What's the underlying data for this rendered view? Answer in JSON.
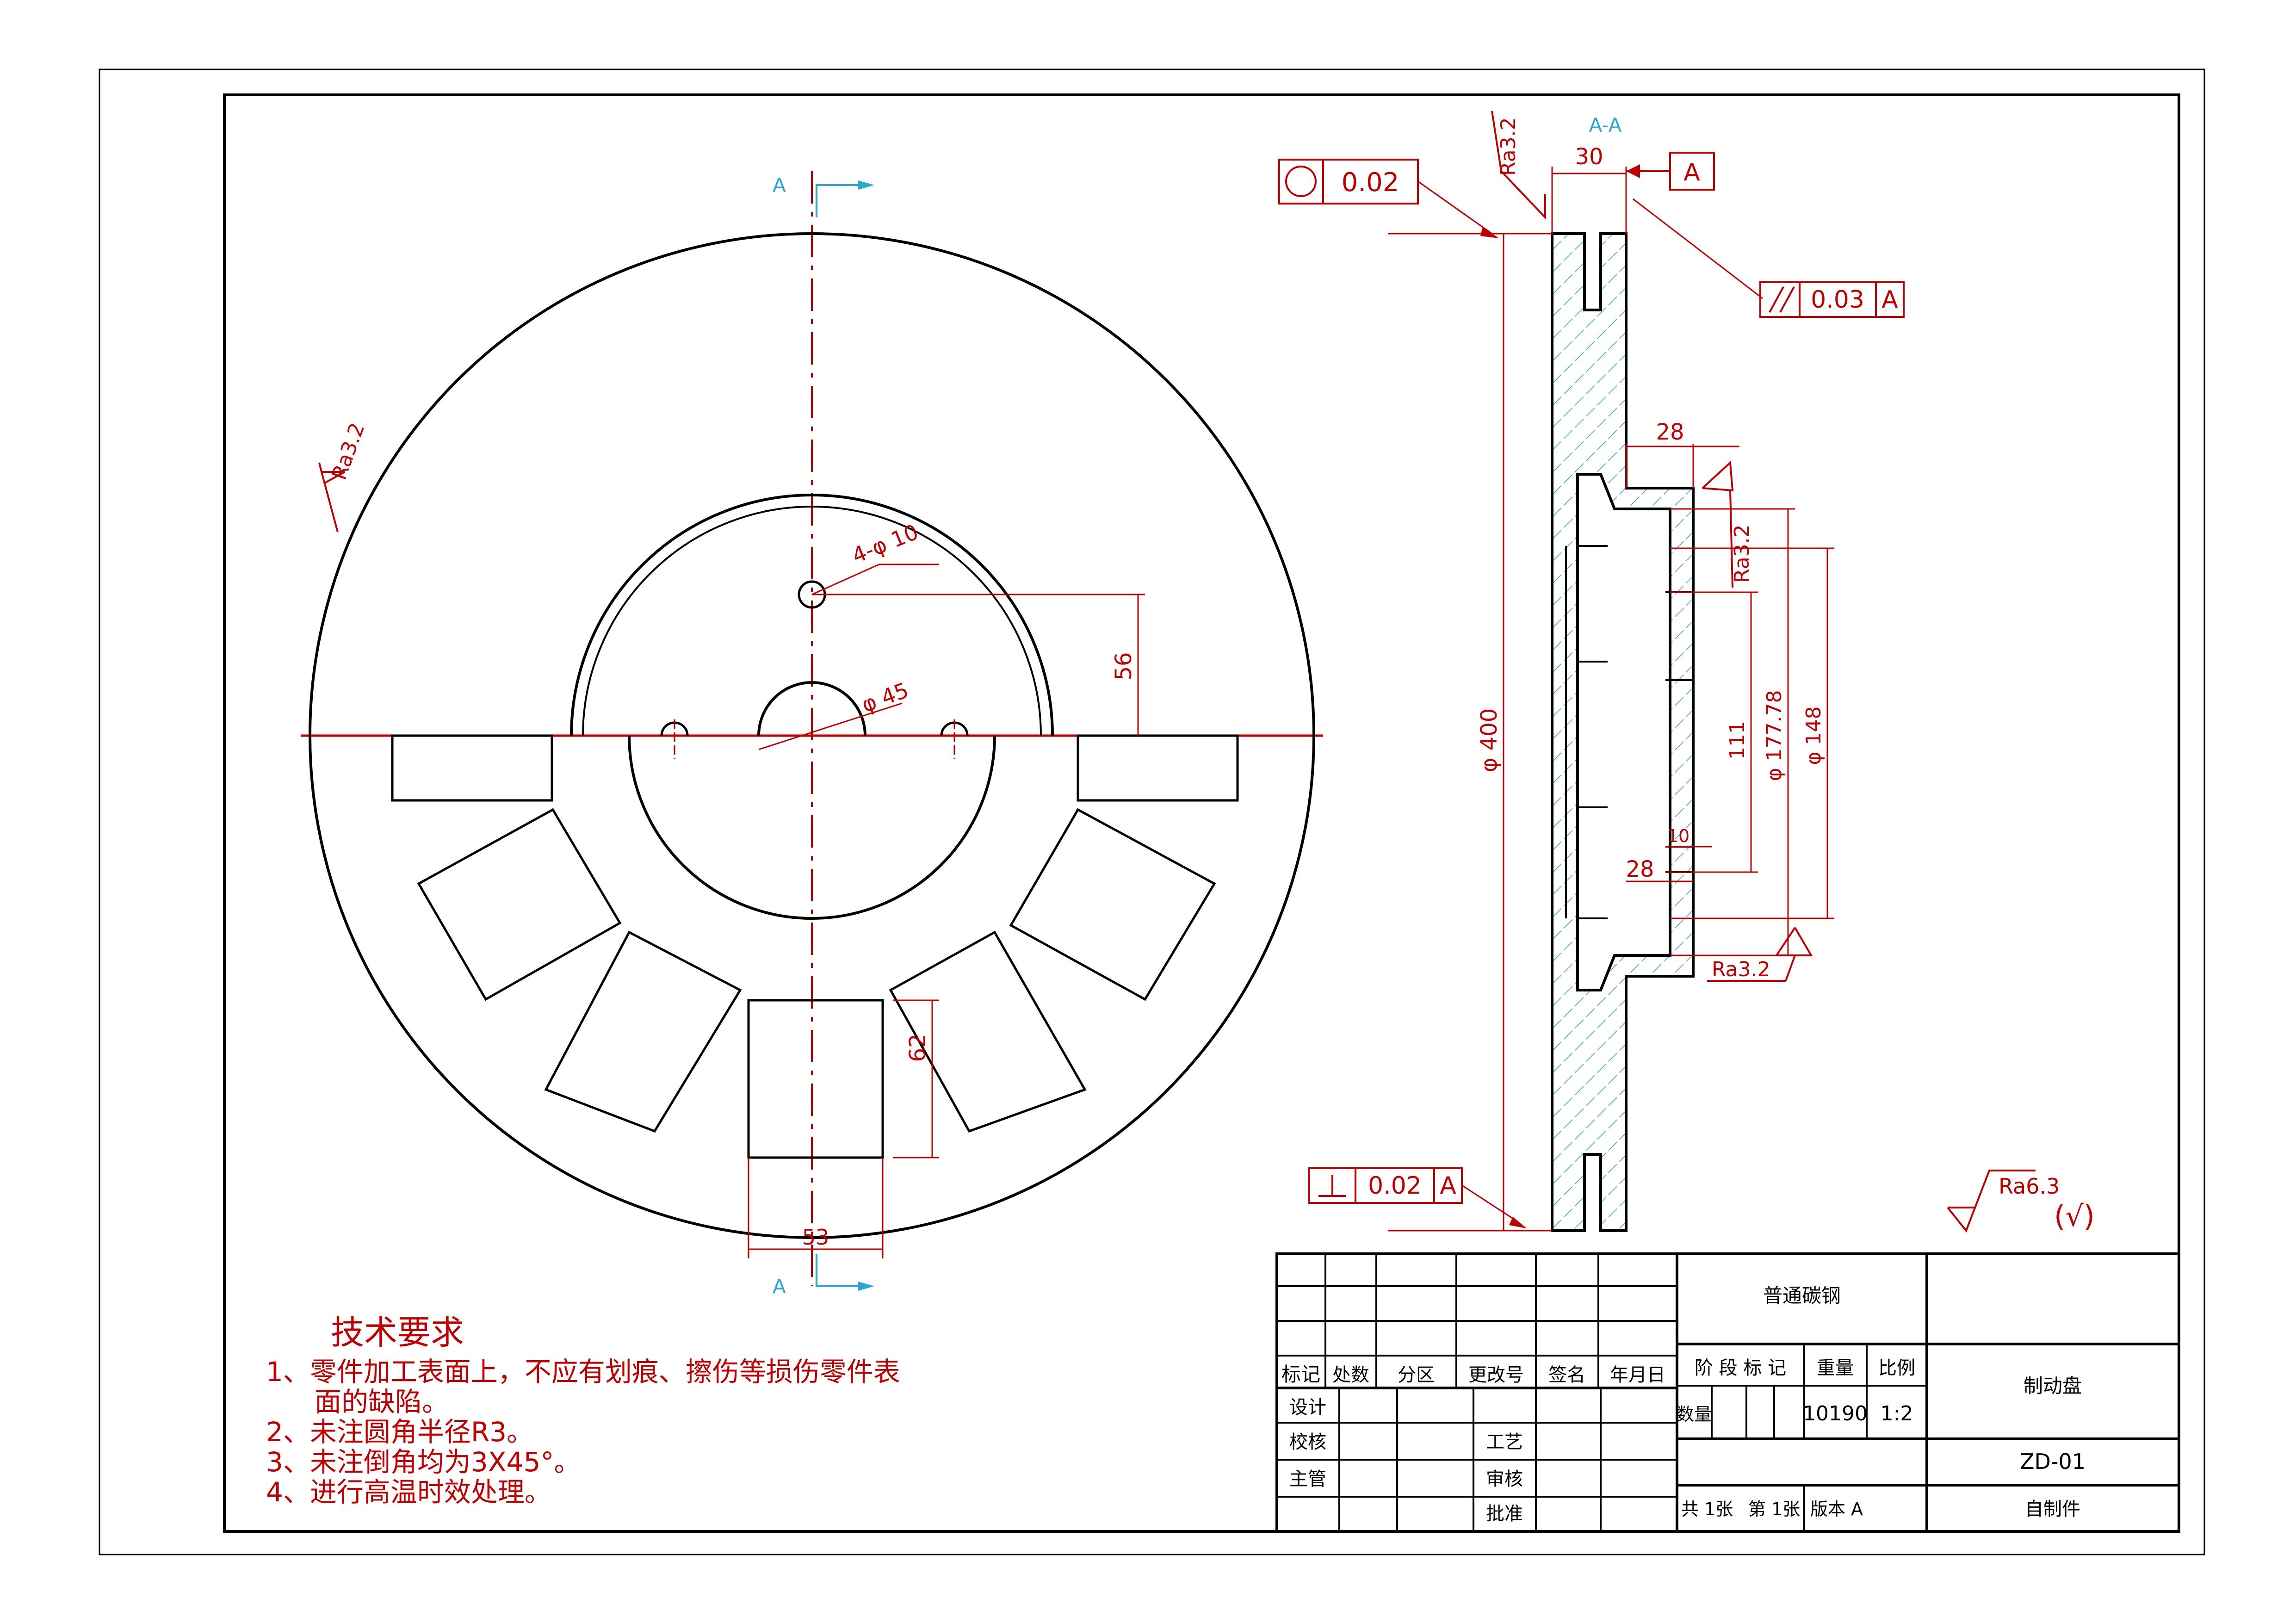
{
  "section_marks": {
    "top": "A",
    "bottom": "A",
    "section_title": "A-A"
  },
  "front_view": {
    "hole_callout": "4-φ 10",
    "bore_callout": "φ 45",
    "dim_56": "56",
    "dim_62": "62",
    "dim_53": "53",
    "roughness": "Ra3.2"
  },
  "section_view": {
    "roundness": "0.02",
    "parallelism": "0.03",
    "parallelism_ref": "A",
    "perpendicularity": "0.02",
    "perpendicularity_ref": "A",
    "datum": "A",
    "dim_30": "30",
    "dim_28_top": "28",
    "dim_28_bottom": "28",
    "dim_10": "10",
    "dim_dia_400": "φ 400",
    "dim_111": "111",
    "dim_dia_177": "φ 177.78",
    "dim_dia_148": "φ 148",
    "rough_top": "Ra3.2",
    "rough_mid": "Ra3.2",
    "rough_bottom": "Ra3.2"
  },
  "general_roughness": {
    "value": "Ra6.3",
    "suffix": "(√)"
  },
  "tech_requirements": {
    "title": "技术要求",
    "items": [
      "1、零件加工表面上，不应有划痕、擦伤等损伤零件表",
      "面的缺陷。",
      "2、未注圆角半径R3。",
      "3、未注倒角均为3X45°。",
      "4、进行高温时效处理。"
    ]
  },
  "title_block": {
    "material": "普通碳钢",
    "part_name": "制动盘",
    "drawing_no": "ZD-01",
    "source": "自制件",
    "headers": [
      "标记",
      "处数",
      "分区",
      "更改号",
      "签名",
      "年月日"
    ],
    "roles": [
      "设计",
      "校核",
      "主管"
    ],
    "roles_right": [
      "工艺",
      "审核",
      "批准"
    ],
    "stage_label": "阶 段 标 记",
    "weight_label": "重量",
    "scale_label": "比例",
    "qty_label": "数量",
    "weight": "10190",
    "scale": "1:2",
    "sheets_total": "共 1张",
    "sheet_no": "第 1张",
    "version": "版本 A"
  }
}
